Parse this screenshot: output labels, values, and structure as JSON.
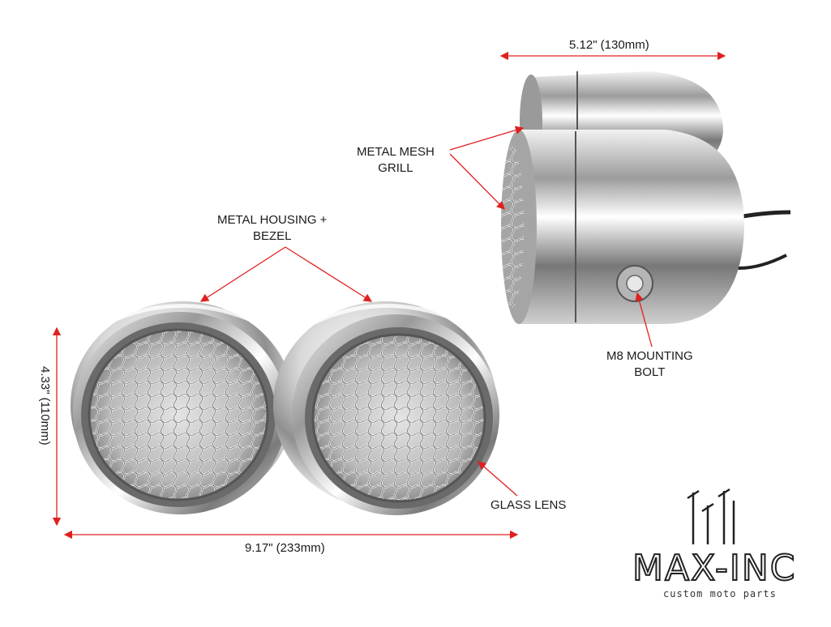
{
  "labels": {
    "housing_line1": "METAL HOUSING +",
    "housing_line2": "BEZEL",
    "mesh_line1": "METAL MESH",
    "mesh_line2": "GRILL",
    "bolt_line1": "M8 MOUNTING",
    "bolt_line2": "BOLT",
    "glass": "GLASS LENS"
  },
  "dimensions": {
    "depth": "5.12\" (130mm)",
    "width": "9.17\" (233mm)",
    "height": "4.33\" (110mm)"
  },
  "brand": {
    "name": "MAX-INC",
    "tagline": "custom moto parts"
  },
  "colors": {
    "arrow": "#e02020",
    "chrome": "#c8c8c8",
    "text": "#1a1a1a"
  }
}
